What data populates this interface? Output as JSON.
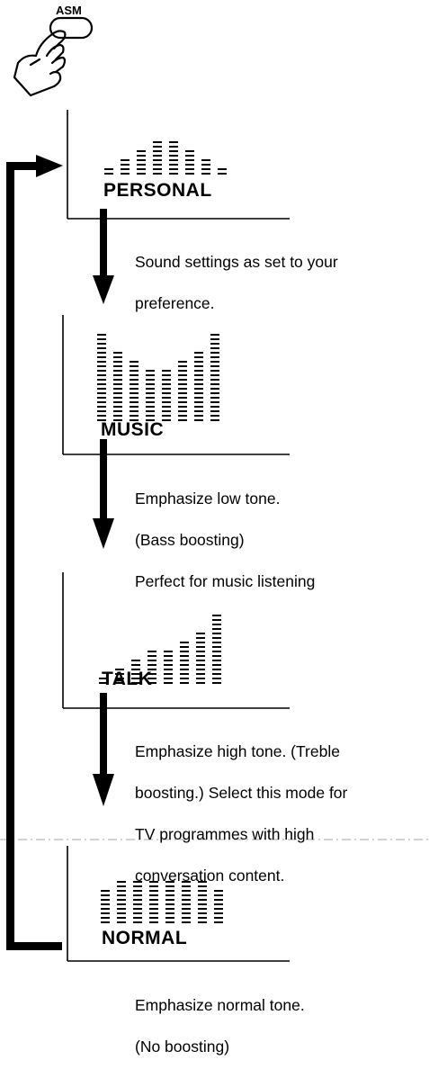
{
  "button": {
    "label": "ASM"
  },
  "modes": [
    {
      "name": "PERSONAL",
      "levels": [
        1,
        2,
        3,
        4,
        4,
        3,
        2,
        1
      ],
      "description": [
        "Sound settings as set to your",
        "preference."
      ]
    },
    {
      "name": "MUSIC",
      "levels": [
        10,
        8,
        7,
        6,
        6,
        7,
        8,
        10
      ],
      "description": [
        "Emphasize low tone.",
        "(Bass boosting)",
        "Perfect for music listening"
      ]
    },
    {
      "name": "TALK",
      "levels": [
        1,
        2,
        3,
        4,
        4,
        5,
        6,
        8
      ],
      "description": [
        "Emphasize high tone. (Treble",
        "boosting.) Select this mode for",
        "TV programmes with high",
        "conversation content."
      ]
    },
    {
      "name": "NORMAL",
      "levels": [
        4,
        5,
        5,
        5,
        5,
        5,
        5,
        4
      ],
      "description": [
        "Emphasize normal tone.",
        "(No boosting)"
      ]
    }
  ],
  "icons": {
    "hand": "hand-pressing-icon",
    "arrow_down": "arrow-down-icon",
    "loop": "loop-arrow-icon"
  }
}
